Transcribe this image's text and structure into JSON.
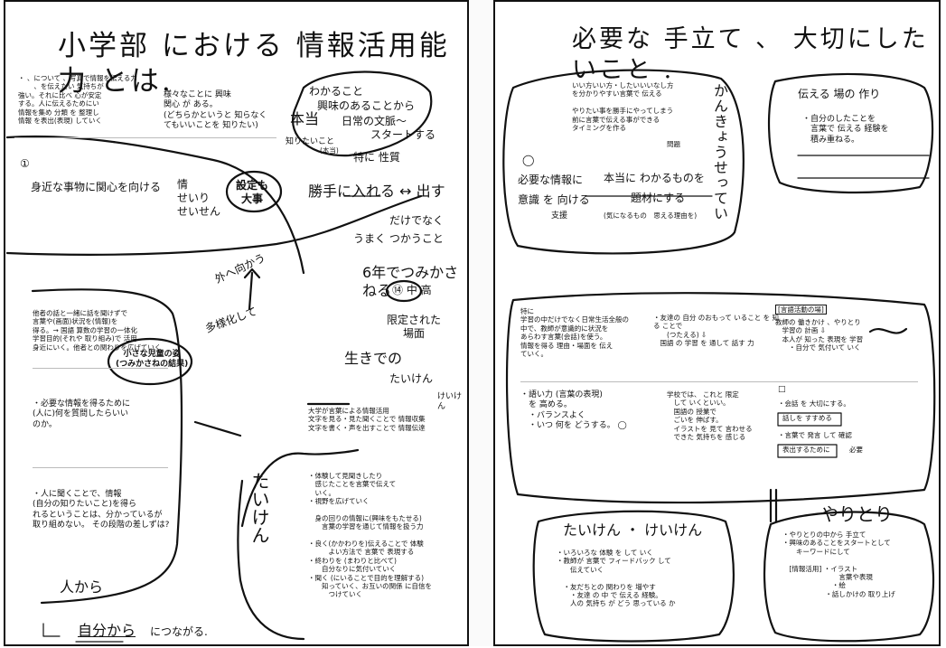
{
  "left": {
    "title": "小学部 における 情報活用能力 とは.",
    "top_notes": {
      "col1": "・ 、について 、写真で情報を伝える力\n　　 、を伝えたい 気持ちが\n強い。それに比べ 心が安定\nする。人に伝えるためにい\n情報を集め 分類 を 整理し\n情報 を表出(表現) していく",
      "col2": "様々なことに 興味\n関心 が ある。\n(どちらかというと 知らなく\nてもいいことを 知りたい)",
      "circled_num": "①",
      "interest": "身近な事物に関心を向ける",
      "vertical_jou": "情\nせいり\nせいせん"
    },
    "bubble": {
      "line1": "わかること",
      "line2": "興味のあることから",
      "line3": "日常の文脈〜",
      "line4": "スタートする",
      "side_a": "本当",
      "side_b": "知りたいこと",
      "side_c": "(本当)"
    },
    "settei": "設定も\n大事",
    "kachi": "勝手に入れる ↔ 出す",
    "tokini": "特に 性質",
    "dakedegaku": "だけでなく",
    "umaku": "うまく つかうこと",
    "gaibu": "外へ向かう",
    "tabunka": "多様化して",
    "rokunen": "6年でつみかさねる",
    "fourteen": "⑭ 中 高",
    "gentei": "限定された\n場面",
    "shosho": "小さな児童の姿\n(つみかさねの結果)",
    "ikideno": "生きでの",
    "taiken_small": "たいけん",
    "keiken_small": "けいけん",
    "lower_left1": "他者の話と一緒に話を聞けずで\n言葉や(画面)状況を(情報)を\n得る。→ 国語 算数の学習の一体化\n学習目的(それや 取り組み)で 活用\n身近にいく。他者との関わりを広げていく",
    "lower_left2": "・必要な情報を得るために\n(人に)何を質問したらいい\nのか。",
    "lower_left3": "・人に聞くことで、情報\n(自分の知りたいこと)を得ら\nれるということは、分かっているが\n取り組めない。 その段階の差しずは?",
    "hitokara": "人から",
    "jibunkara": "自分から",
    "tsunagaru": "につながる.",
    "mid_box1": "大学が言葉による情報活用\n文字を見る・見た聞くことで 情報収集\n文字を書く・声を出すことで 情報伝達",
    "taiken_big": "たいけん",
    "right_bottom_notes": "・体験して見聞きしたり\n　感じたことを言葉で伝えて\n　いく。\n・視野を広げていく\n\n　身の回りの情報に(興味をもたせる)\n　　言葉の学習を通じて情報を扱う力\n\n・良く(かかわりを)伝えることで 体験\n　　　よい方法で 言葉で 表現する\n・終わりを (まわりと比べて)\n　　自分なりに気付いていく\n・聞く (にいることで目的を理解する)\n　　知っていく、お互いの関係 に自信を\n　　　つけていく"
  },
  "right": {
    "title": "必要な 手立て 、 大切にしたいこと .",
    "box1": "いい方いい方・したいいいなし方\nを分かりやすい言葉で 伝える\n\nやりたい事を勝手にやってしまう\n前に言葉で伝える事ができる\nタイミングを作る",
    "box1_small": "問題",
    "circle_mark": "◯",
    "hitsuyou": "必要な情報に",
    "ishiki": "意識 を 向ける",
    "shien": "支援",
    "honto": "本当に わかるものを",
    "daizai": "題材にする",
    "daizai_sub": "(気になるもの　思える理由を)",
    "kankyou": "かんきょうせってい",
    "tsutaeru": "伝える 場の 作り",
    "tsutaeru_body": "・自分のしたことを\n　言葉で 伝える 経験を\n　積み重ねる。",
    "mid_left": "特に\n学習の中だけでなく日常生活全般の\n中で、教師が意識的に状況を\nあらわす言葉(会話)を使う。\n情報を得る 理由・場面を 伝え\nていく。",
    "mid_center": "・友達の 自分 のおもって いること を 知る ことで\n　　(つたえる) ⇩\n　国語 の 学習 を 通して 話す 力",
    "mid_right_top": "[言語活動の場]",
    "mid_right": "教師の 働きかけ 、やりとり\n　学習の 計画 ⇩\n　本人が 知った 表現を 学習\n　　・自分で 気付いて いく",
    "goi": "・語い力 (言葉の表現)\n　を 高める。\n　・バランスよく\n　・いつ 何を どうする。 ◯",
    "gakkou": "学校では、 これと 限定\n　して いくといい。\n　国語の 授業で\n　ごいを 伸ばす。\n　イラストを 見て 言わせる\n　できた 気持ちを 感じる",
    "box_c_mark": "□",
    "kaiwa1": "・会話 を 大切にする。",
    "kaiwa2": "話しを すすめる",
    "kaiwa3": "・言葉で 発言 して 確認",
    "kaiwa4": "表出するために",
    "kaiwa5": "必要",
    "taiken_keiken": "たいけん ・ けいけん",
    "taiken_body": "・いろいろな 体験 を して いく\n・教師が 言葉で フィードバック して\n　　伝えていく\n\n　・友だちとの 関わりを 増やす\n　　・友達 の 中 で 伝える 経験。\n　　人の 気持ち が どう 思っている か",
    "yaritori": "やりとり",
    "yaritori_body": "・やりとりの中から 手立て\n・興味のあることをスタートとして\n　　キーワードにして\n\n　[情報活用]  ・イラスト\n　　　　　　　　 言葉や表現\n　　　　　　　 ・絵\n　　　　　　 ・話しかけの 取り上げ"
  }
}
